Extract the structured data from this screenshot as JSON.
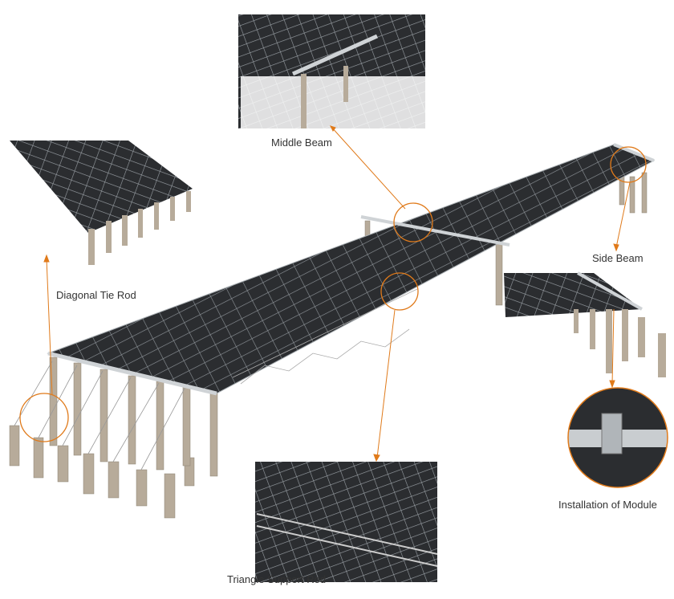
{
  "labels": {
    "middle_beam": "Middle Beam",
    "diagonal_tie_rod": "Diagonal Tie Rod",
    "side_beam": "Side Beam",
    "installation_of_module": "Installation of Module",
    "triangle_support_rod": "Triangle Support Rod"
  },
  "colors": {
    "accent": "#e07a1a",
    "panel": "#2b2d30",
    "frame": "#cfd3d6",
    "pile": "#b7ab9a"
  }
}
